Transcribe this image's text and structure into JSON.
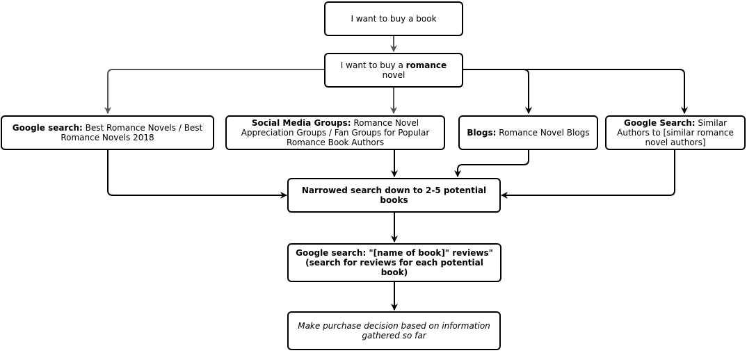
{
  "nodes": {
    "start": {
      "text": "I want to buy a book"
    },
    "romance": {
      "pre": "I want to buy a ",
      "bold": "romance",
      "post": " novel"
    },
    "google_best": {
      "bold": "Google search:",
      "text": " Best Romance Novels / Best Romance Novels 2018"
    },
    "social": {
      "bold": "Social Media Groups:",
      "text": " Romance Novel Appreciation Groups / Fan Groups for Popular Romance Book Authors"
    },
    "blogs": {
      "bold": "Blogs:",
      "text": " Romance Novel Blogs"
    },
    "google_similar": {
      "bold": "Google Search:",
      "text": " Similar Authors to [similar romance novel authors]"
    },
    "narrowed": {
      "text": "Narrowed search down to 2-5 potential books"
    },
    "reviews": {
      "text": "Google search: \"[name of book]\" reviews\" (search for reviews for each potential book)"
    },
    "decision": {
      "text": "Make purchase decision based on information gathered so far"
    }
  },
  "colors": {
    "gray_edge": "#555555",
    "black_edge": "#000000"
  }
}
